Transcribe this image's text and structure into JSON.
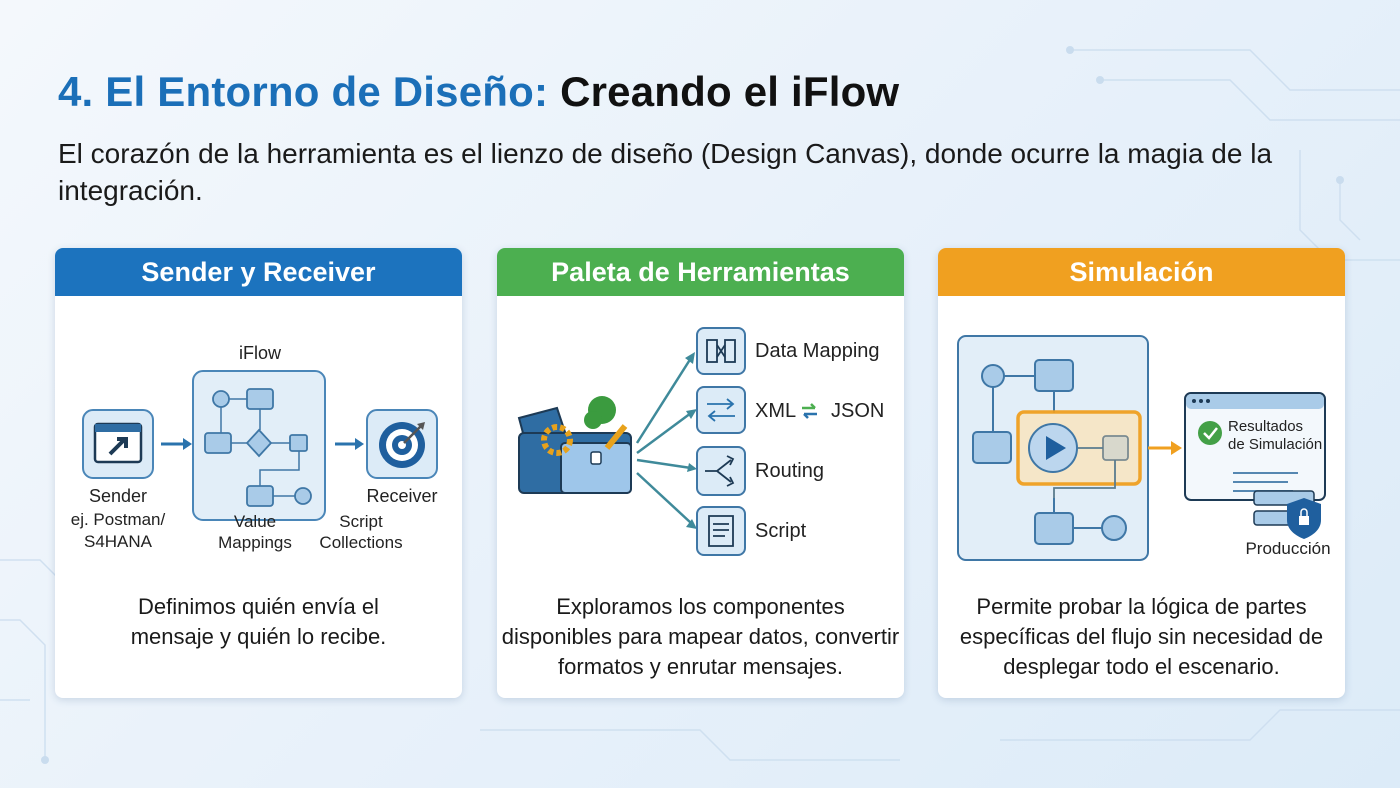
{
  "title": {
    "highlight": "4. El Entorno de Diseño:",
    "rest": "Creando el iFlow"
  },
  "subtitle": "El corazón de la herramienta es el lienzo de diseño (Design Canvas), donde ocurre la magia de la integración.",
  "colors": {
    "blue": "#1c73be",
    "green": "#4caf50",
    "orange": "#f0a020"
  },
  "cards": [
    {
      "header": "Sender y Receiver",
      "iflow_label": "iFlow",
      "sender_label": "Sender",
      "sender_example_1": "ej. Postman/",
      "sender_example_2": "S4HANA",
      "receiver_label": "Receiver",
      "value_1": "Value",
      "value_2": "Mappings",
      "script_1": "Script",
      "script_2": "Collections",
      "description": "Definimos quién envía el mensaje y quién lo recibe."
    },
    {
      "header": "Paleta de Herramientas",
      "items": [
        {
          "label": "Data Mapping",
          "icon": "data-mapping-icon"
        },
        {
          "label": "XML",
          "label2": "JSON",
          "icon": "convert-icon"
        },
        {
          "label": "Routing",
          "icon": "routing-icon"
        },
        {
          "label": "Script",
          "icon": "script-icon"
        }
      ],
      "description": "Exploramos los componentes disponibles para mapear datos, convertir formatos y enrutar mensajes."
    },
    {
      "header": "Simulación",
      "results_1": "Resultados",
      "results_2": "de Simulación",
      "production_label": "Producción",
      "description": "Permite probar la lógica de partes específicas del flujo sin necesidad de desplegar todo el escenario."
    }
  ]
}
